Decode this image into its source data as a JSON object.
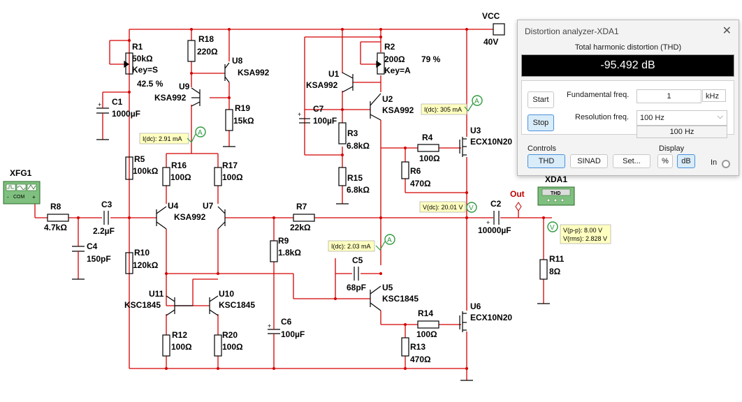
{
  "circuit": {
    "supply": {
      "name": "VCC",
      "value": "40V"
    },
    "generator": "XFG1",
    "generator_terms": {
      "minus": "-",
      "com": "COM",
      "plus": "+"
    },
    "analyzer": {
      "name": "XDA1",
      "label": "THD"
    },
    "out_label": "Out",
    "components": {
      "R1": {
        "name": "R1",
        "value": "50kΩ",
        "extra": "Key=S",
        "pct": "42.5 %"
      },
      "R2": {
        "name": "R2",
        "value": "200Ω",
        "extra": "Key=A",
        "pct": "79 %"
      },
      "R3": {
        "name": "R3",
        "value": "6.8kΩ"
      },
      "R4": {
        "name": "R4",
        "value": "100Ω"
      },
      "R5": {
        "name": "R5",
        "value": "100kΩ"
      },
      "R6": {
        "name": "R6",
        "value": "470Ω"
      },
      "R7": {
        "name": "R7",
        "value": "22kΩ"
      },
      "R8": {
        "name": "R8",
        "value": "4.7kΩ"
      },
      "R9": {
        "name": "R9",
        "value": "1.8kΩ"
      },
      "R10": {
        "name": "R10",
        "value": "120kΩ"
      },
      "R11": {
        "name": "R11",
        "value": "8Ω"
      },
      "R12": {
        "name": "R12",
        "value": "100Ω"
      },
      "R13": {
        "name": "R13",
        "value": "470Ω"
      },
      "R14": {
        "name": "R14",
        "value": "100Ω"
      },
      "R15": {
        "name": "R15",
        "value": "6.8kΩ"
      },
      "R16": {
        "name": "R16",
        "value": "100Ω"
      },
      "R17": {
        "name": "R17",
        "value": "100Ω"
      },
      "R18": {
        "name": "R18",
        "value": "220Ω"
      },
      "R19": {
        "name": "R19",
        "value": "15kΩ"
      },
      "R20": {
        "name": "R20",
        "value": "100Ω"
      },
      "C1": {
        "name": "C1",
        "value": "1000µF"
      },
      "C2": {
        "name": "C2",
        "value": "10000µF"
      },
      "C3": {
        "name": "C3",
        "value": "2.2µF"
      },
      "C4": {
        "name": "C4",
        "value": "150pF"
      },
      "C5": {
        "name": "C5",
        "value": "68pF"
      },
      "C6": {
        "name": "C6",
        "value": "100µF"
      },
      "C7": {
        "name": "C7",
        "value": "100µF"
      },
      "U1": {
        "name": "U1",
        "part": "KSA992"
      },
      "U2": {
        "name": "U2",
        "part": "KSA992"
      },
      "U3": {
        "name": "U3",
        "part": "ECX10N20"
      },
      "U4": {
        "name": "U4",
        "part": "KSA992"
      },
      "U5": {
        "name": "U5",
        "part": "KSC1845"
      },
      "U6": {
        "name": "U6",
        "part": "ECX10N20"
      },
      "U7": {
        "name": "U7"
      },
      "U8": {
        "name": "U8",
        "part": "KSA992"
      },
      "U9": {
        "name": "U9",
        "part": "KSA992"
      },
      "U10": {
        "name": "U10",
        "part": "KSC1845"
      },
      "U11": {
        "name": "U11",
        "part": "KSC1845"
      }
    },
    "probes": {
      "p1": {
        "text": "I(dc): 2.91 mA",
        "letter": "A"
      },
      "p2": {
        "text": "I(dc): 305 mA",
        "letter": "A"
      },
      "p3": {
        "text": "V(dc): 20.01 V",
        "letter": "V"
      },
      "p4": {
        "text": "I(dc): 2.03 mA",
        "letter": "A"
      },
      "p5": {
        "line1": "V(p-p): 8.00 V",
        "line2": "V(rms): 2.828 V",
        "letter": "V"
      }
    },
    "in_label": "In"
  },
  "dialog": {
    "title": "Distortion analyzer-XDA1",
    "caption": "Total harmonic distortion (THD)",
    "reading": "-95.492 dB",
    "start_label": "Start",
    "stop_label": "Stop",
    "fund_label": "Fundamental freq.",
    "fund_value": "1",
    "fund_unit": "kHz",
    "res_label": "Resolution freq.",
    "res_value": "100 Hz",
    "res_readout": "100 Hz",
    "controls_label": "Controls",
    "thd_label": "THD",
    "sinad_label": "SINAD",
    "set_label": "Set...",
    "display_label": "Display",
    "pct_label": "%",
    "db_label": "dB"
  }
}
